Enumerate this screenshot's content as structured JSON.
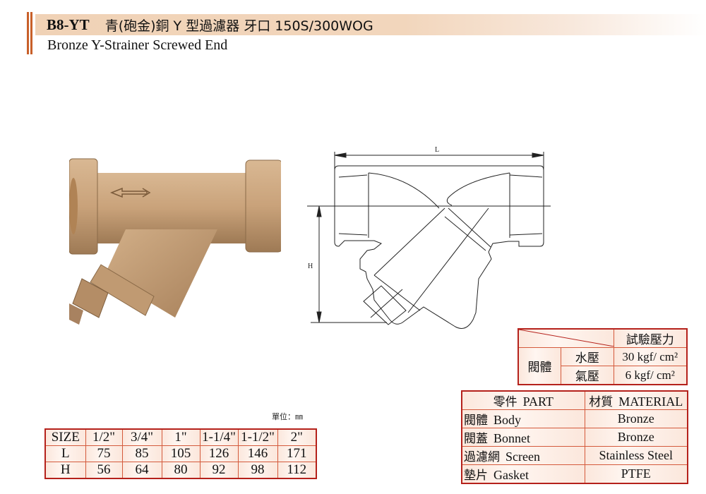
{
  "header": {
    "model_code": "B8-YT",
    "title_zh": "青(砲金)銅 Y 型過濾器 牙口 150S/300WOG",
    "subtitle_en": "Bronze Y-Strainer Screwed End",
    "accent_color": "#c8602a",
    "band_color": "#f0d2b6"
  },
  "photo": {
    "description": "Bronze Y-strainer product photo",
    "flow_arrow": "arrow-left-icon"
  },
  "drawing": {
    "dimension_L_label": "L",
    "dimension_H_label": "H"
  },
  "test_pressure_table": {
    "header": "試驗壓力",
    "row_group_label": "閥體",
    "rows": [
      {
        "label": "水壓",
        "value": "30 kgf/ cm²"
      },
      {
        "label": "氣壓",
        "value": "6 kgf/ cm²"
      }
    ],
    "border_color": "#b5211b"
  },
  "materials_table": {
    "headers": {
      "part_zh": "零件",
      "part_en": "PART",
      "material_zh": "材質",
      "material_en": "MATERIAL"
    },
    "rows": [
      {
        "part_zh": "閥體",
        "part_en": "Body",
        "material": "Bronze"
      },
      {
        "part_zh": "閥蓋",
        "part_en": "Bonnet",
        "material": "Bronze"
      },
      {
        "part_zh": "過濾網",
        "part_en": "Screen",
        "material": "Stainless Steel"
      },
      {
        "part_zh": "墊片",
        "part_en": "Gasket",
        "material": "PTFE"
      }
    ]
  },
  "dimensions_table": {
    "unit_label": "單位：㎜",
    "row_headers": [
      "SIZE",
      "L",
      "H"
    ],
    "sizes": [
      "1/2\"",
      "3/4\"",
      "1\"",
      "1-1/4\"",
      "1-1/2\"",
      "2\""
    ],
    "L": [
      "75",
      "85",
      "105",
      "126",
      "146",
      "171"
    ],
    "H": [
      "56",
      "64",
      "80",
      "92",
      "98",
      "112"
    ]
  }
}
